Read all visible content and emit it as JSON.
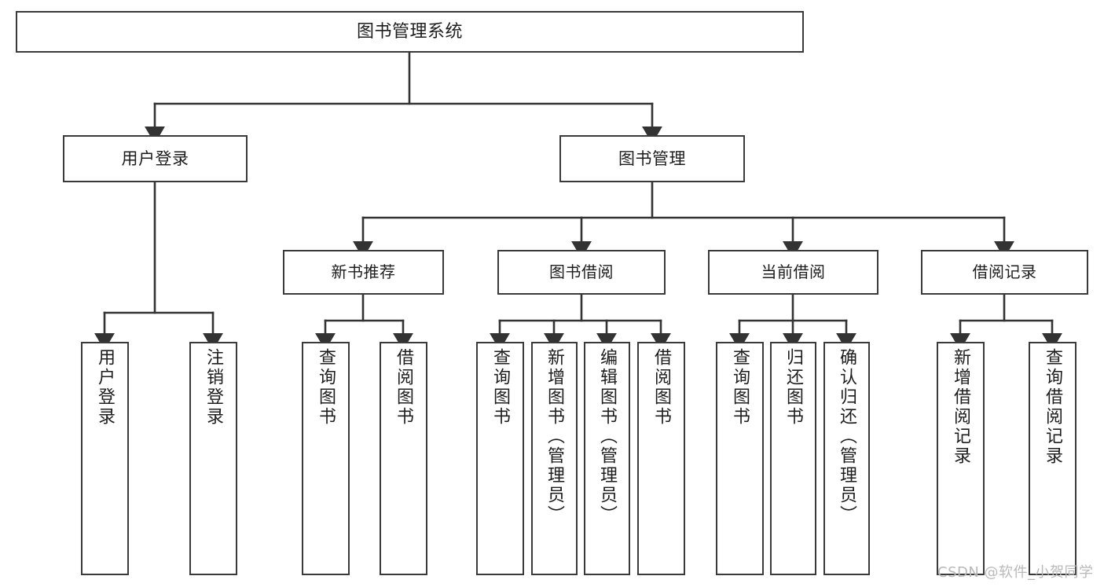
{
  "diagram": {
    "type": "tree-hierarchy",
    "title": "图书管理系统",
    "watermark": "CSDN @软件_小贺同学",
    "colors": {
      "box_border": "#3a3a3a",
      "box_fill": "#ffffff",
      "connector": "#333333",
      "text": "#1d1d1d",
      "watermark": "#b9b9b9",
      "background": "#ffffff"
    }
  },
  "nodes": {
    "root": {
      "label": "图书管理系统"
    },
    "level1": [
      {
        "label": "用户登录"
      },
      {
        "label": "图书管理"
      }
    ],
    "level2": [
      {
        "label": "新书推荐"
      },
      {
        "label": "图书借阅"
      },
      {
        "label": "当前借阅"
      },
      {
        "label": "借阅记录"
      }
    ],
    "leaves": {
      "user_login": [
        {
          "label": "用户登录"
        },
        {
          "label": "注销登录"
        }
      ],
      "new_book_recommend": [
        {
          "label": "查询图书"
        },
        {
          "label": "借阅图书"
        }
      ],
      "book_borrow": [
        {
          "label": "查询图书"
        },
        {
          "label": "新增图书（管理员）"
        },
        {
          "label": "编辑图书（管理员）"
        },
        {
          "label": "借阅图书"
        }
      ],
      "current_borrow": [
        {
          "label": "查询图书"
        },
        {
          "label": "归还图书"
        },
        {
          "label": "确认归还（管理员）"
        }
      ],
      "borrow_record": [
        {
          "label": "新增借阅记录"
        },
        {
          "label": "查询借阅记录"
        }
      ]
    }
  }
}
